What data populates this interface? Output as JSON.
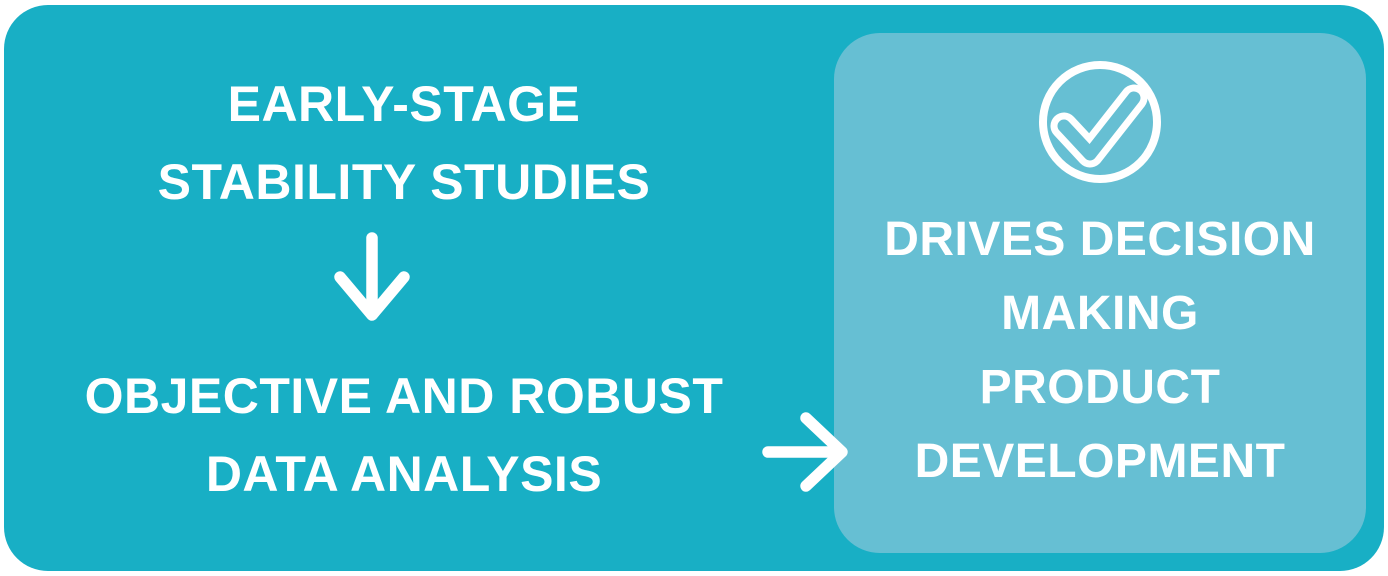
{
  "diagram": {
    "steps": [
      {
        "id": "early-stage-stability-studies",
        "lines": [
          "EARLY-STAGE",
          "STABILITY STUDIES"
        ]
      },
      {
        "id": "objective-and-robust-data-analysis",
        "lines": [
          "OBJECTIVE AND ROBUST",
          "DATA ANALYSIS"
        ]
      }
    ],
    "result": {
      "id": "drives-decision-making-product-development",
      "lines": [
        "DRIVES DECISION",
        "MAKING",
        "PRODUCT",
        "DEVELOPMENT"
      ]
    },
    "icons": {
      "between_steps": "down-arrow-icon",
      "to_result": "right-arrow-icon",
      "result_badge": "check-circle-icon"
    },
    "colors": {
      "background": "#18AFC5",
      "result_panel": "#66BFD3",
      "text": "#FFFFFF"
    }
  }
}
